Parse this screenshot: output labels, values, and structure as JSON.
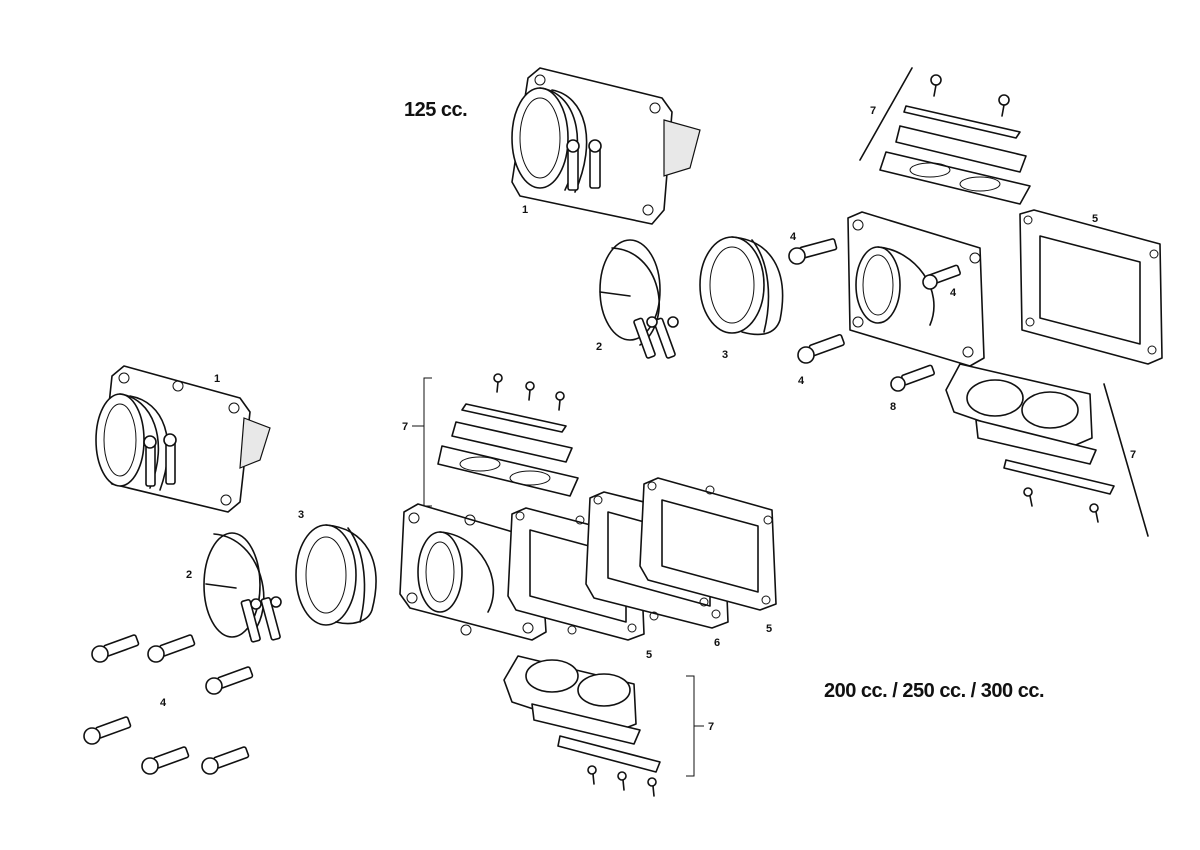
{
  "titles": {
    "top": "125 cc.",
    "bottom": "200 cc. / 250 cc. / 300 cc."
  },
  "callouts": {
    "top_1": "1",
    "top_2": "2",
    "top_3": "3",
    "top_4a": "4",
    "top_4b": "4",
    "top_4c": "4",
    "top_5": "5",
    "top_7a": "7",
    "top_7b": "7",
    "top_8": "8",
    "bot_1": "1",
    "bot_2": "2",
    "bot_3": "3",
    "bot_4": "4",
    "bot_5a": "5",
    "bot_5b": "5",
    "bot_6": "6",
    "bot_7a": "7",
    "bot_7b": "7"
  }
}
